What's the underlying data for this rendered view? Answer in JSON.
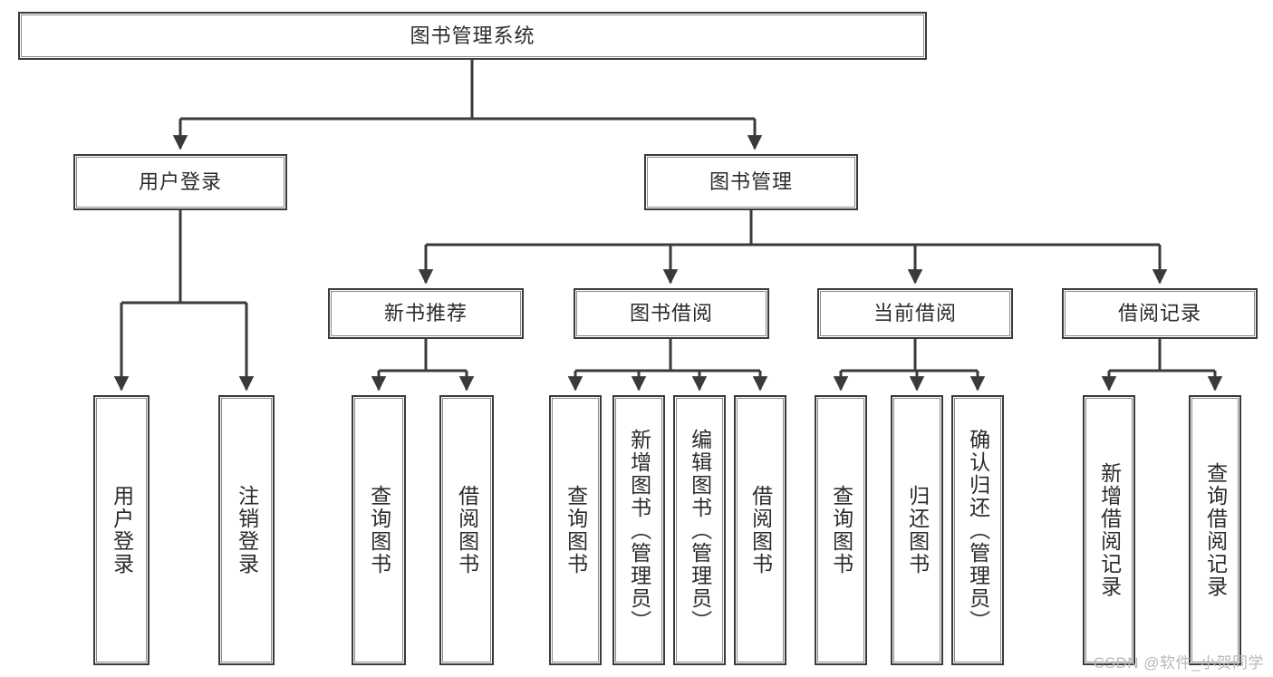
{
  "diagram": {
    "type": "tree-hierarchy-chart",
    "title": "图书管理系统",
    "watermark": "CSDN @软件_小贺同学",
    "colors": {
      "box_border": "#3a3a3a",
      "box_fill": "#ffffff",
      "connector": "#3a3a3a",
      "text": "#2b2b2b",
      "watermark": "#b9b9b9",
      "background": "#ffffff"
    },
    "nodes": {
      "root": {
        "label": "图书管理系统"
      },
      "level2": [
        {
          "label": "用户登录"
        },
        {
          "label": "图书管理"
        }
      ],
      "level3": [
        {
          "label": "新书推荐"
        },
        {
          "label": "图书借阅"
        },
        {
          "label": "当前借阅"
        },
        {
          "label": "借阅记录"
        }
      ],
      "leaves": [
        {
          "label": "用户登录",
          "parent": "用户登录"
        },
        {
          "label": "注销登录",
          "parent": "用户登录"
        },
        {
          "label": "查询图书",
          "parent": "新书推荐"
        },
        {
          "label": "借阅图书",
          "parent": "新书推荐"
        },
        {
          "label": "查询图书",
          "parent": "图书借阅"
        },
        {
          "label": "新增图书（管理员）",
          "parent": "图书借阅"
        },
        {
          "label": "编辑图书（管理员）",
          "parent": "图书借阅"
        },
        {
          "label": "借阅图书",
          "parent": "图书借阅"
        },
        {
          "label": "查询图书",
          "parent": "当前借阅"
        },
        {
          "label": "归还图书",
          "parent": "当前借阅"
        },
        {
          "label": "确认归还（管理员）",
          "parent": "当前借阅"
        },
        {
          "label": "新增借阅记录",
          "parent": "借阅记录"
        },
        {
          "label": "查询借阅记录",
          "parent": "借阅记录"
        }
      ]
    }
  }
}
